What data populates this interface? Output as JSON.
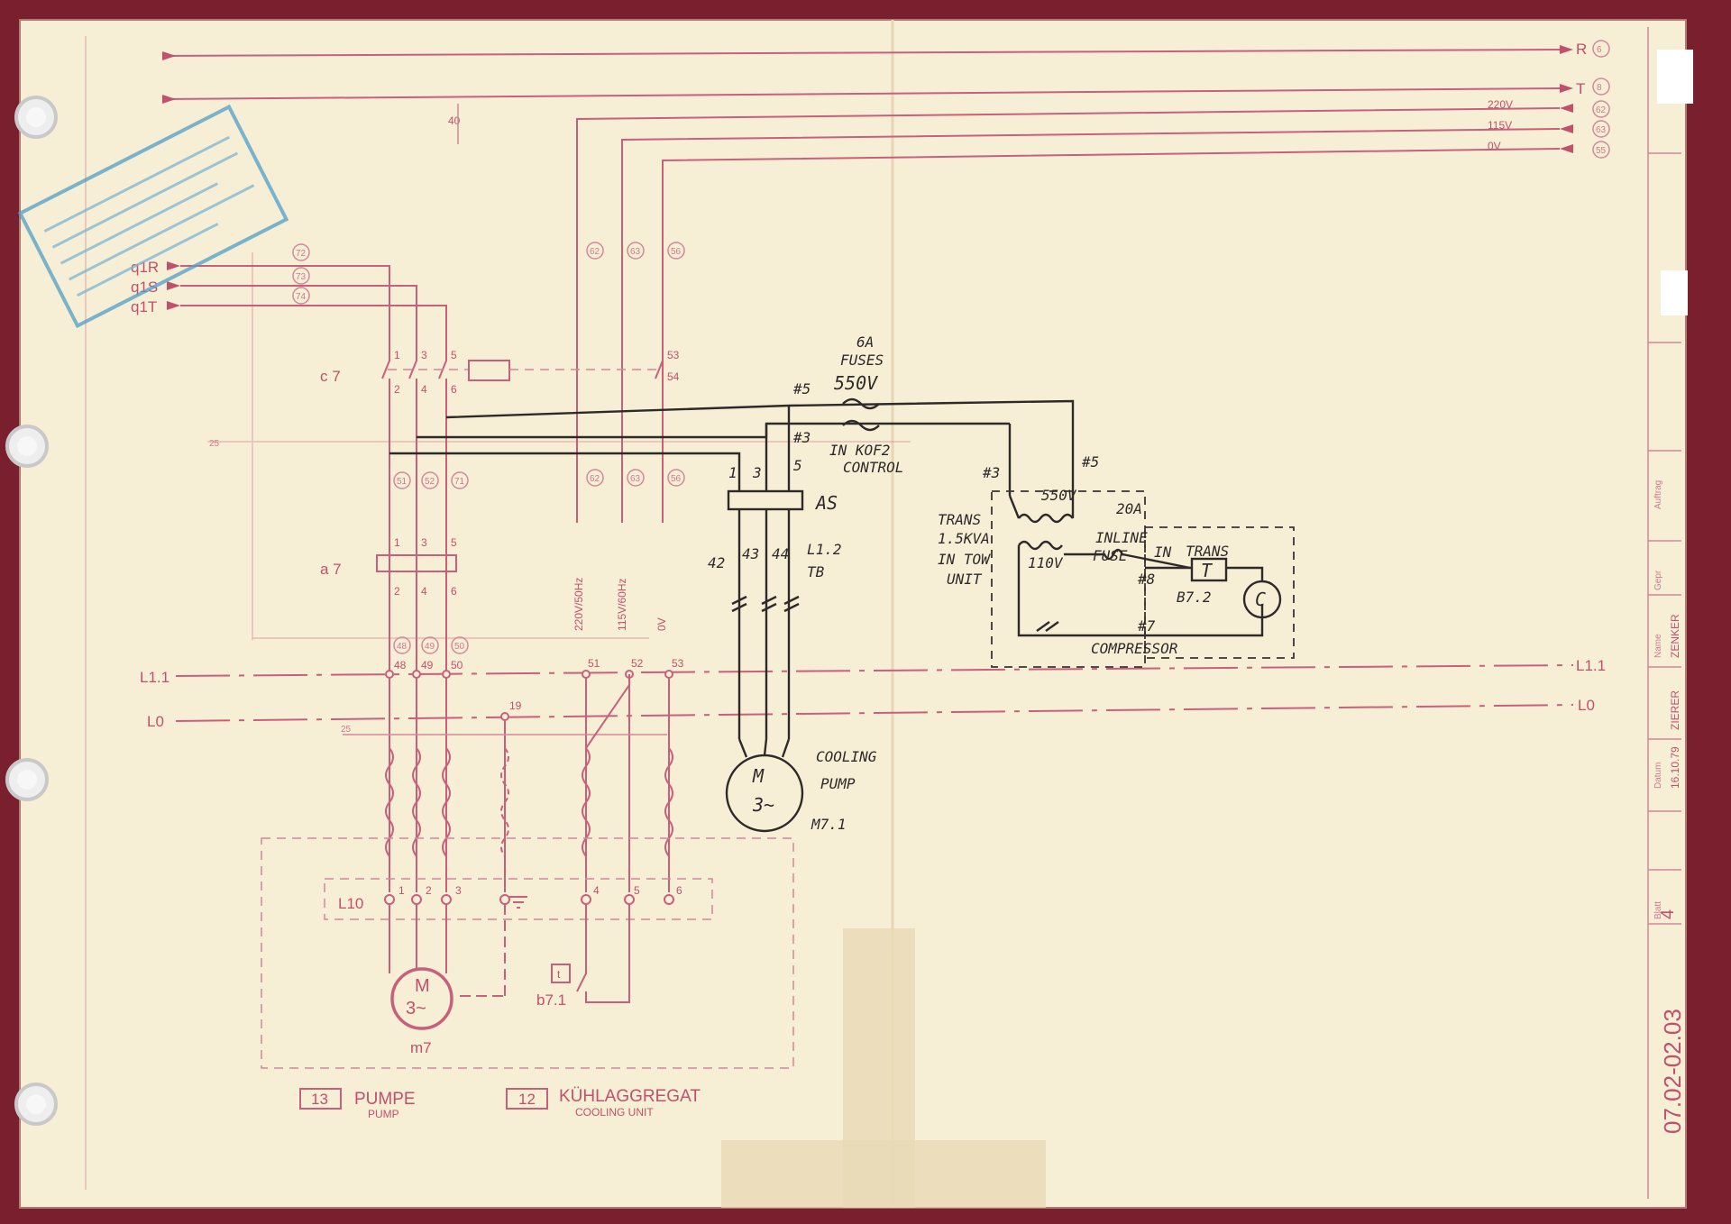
{
  "bus": {
    "R": "R",
    "T": "T",
    "L11": "L1.1",
    "L0": "L0",
    "L11_left": "L1.1",
    "L0_left": "L0",
    "v220": "220V",
    "v115": "115V",
    "v0": "0V",
    "n6": "6",
    "n8": "8",
    "n62": "62",
    "n63": "63",
    "n55": "55",
    "n40": "40"
  },
  "phases": {
    "q1R": "q1R",
    "q1S": "q1S",
    "q1T": "q1T",
    "n72": "72",
    "n73": "73",
    "n74": "74"
  },
  "contactor": {
    "label": "c 7",
    "t1": "1",
    "t3": "3",
    "t5": "5",
    "t2": "2",
    "t4": "4",
    "t6": "6",
    "t53": "53",
    "t54": "54"
  },
  "overload": {
    "label": "a 7",
    "t1": "1",
    "t3": "3",
    "t5": "5",
    "t2": "2",
    "t4": "4",
    "t6": "6"
  },
  "wires": {
    "w51": "51",
    "w52": "52",
    "w71": "71",
    "w62": "62",
    "w63": "63",
    "w56": "56",
    "w48": "48",
    "w49": "49",
    "w50": "50",
    "w51b": "51",
    "w52b": "52",
    "w53": "53",
    "w19": "19",
    "v220hz": "220V/50Hz",
    "v115hz": "115V/60Hz",
    "v0v": "0V",
    "n25a": "25",
    "n25b": "25"
  },
  "unit": {
    "terminal": "L10",
    "t1": "1",
    "t2": "2",
    "t3": "3",
    "t4": "4",
    "t5": "5",
    "t6": "6",
    "motor_m": "M",
    "motor_3": "3~",
    "motor_name": "m7",
    "switch_t": "t",
    "switch_name": "b7.1"
  },
  "footer": {
    "box13": "13",
    "pumpe": "PUMPE",
    "pump": "PUMP",
    "box12": "12",
    "kuhl": "KÜHLAGGREGAT",
    "cooling": "COOLING UNIT"
  },
  "titleblock": {
    "drawing_no": "07.02-02.03",
    "sheet": "4",
    "date": "16.10.79",
    "name1": "ZIERER",
    "name2": "ZENKER",
    "f_blatt": "Blatt",
    "f_datum": "Datum",
    "f_name": "Name",
    "f_auftrag": "Auftrag",
    "f_gepr": "Gepr"
  },
  "handwritten": {
    "fuse_a": "6A",
    "fuses": "FUSES",
    "fuse_v": "550V",
    "h5": "#5",
    "h3": "#3",
    "in_kof": "IN KOF2",
    "control": "CONTROL",
    "h3b": "#3",
    "h5b": "#5",
    "a1": "1",
    "a3": "3",
    "a5": "5",
    "as": "AS",
    "t42": "42",
    "t43": "43",
    "t44": "44",
    "l12": "L1.2",
    "tb": "TB",
    "cool": "COOLING",
    "pump": "PUMP",
    "m7_m": "M",
    "m7_3": "3~",
    "m71": "M7.1",
    "trans": "TRANS",
    "kva": "1.5KVA",
    "intow": "IN TOW",
    "unit": "UNIT",
    "v550": "550V",
    "v110": "110V",
    "a20": "20A",
    "inline": "INLINE",
    "fuse": "FUSE",
    "in": "IN",
    "h8": "#8",
    "h7": "#7",
    "trans2": "TRANS",
    "tbox": "T",
    "b72": "B7.2",
    "c": "C",
    "compressor": "COMPRESSOR"
  },
  "colors": {
    "paper": "#f7efd5",
    "border": "#7a1f2e",
    "pink": "#c8607c",
    "ink": "#2e2a2a",
    "stamp": "#4f9fc8"
  }
}
